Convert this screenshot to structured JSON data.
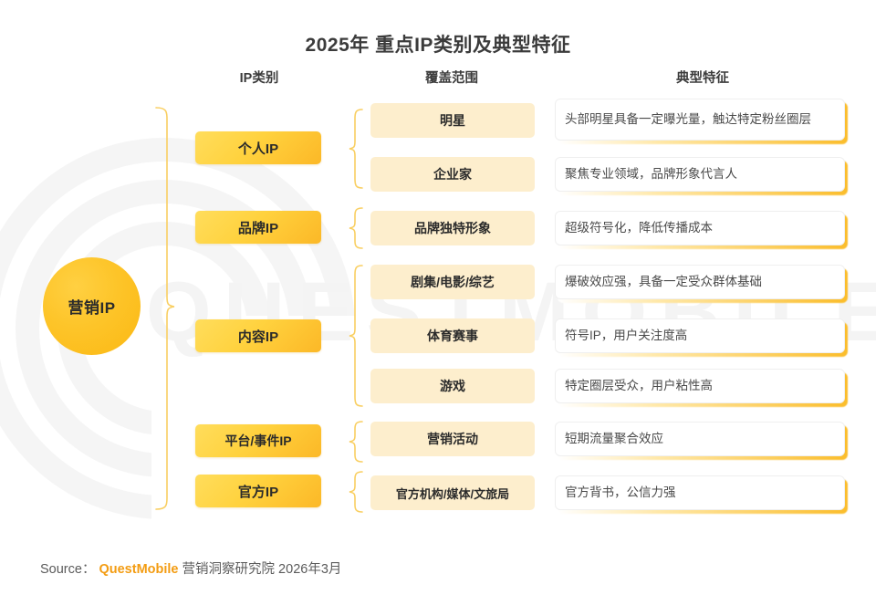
{
  "header": {
    "title": "2025年 重点IP类别及典型特征",
    "columns": [
      {
        "label": "IP类别"
      },
      {
        "label": "覆盖范围"
      },
      {
        "label": "典型特征"
      }
    ]
  },
  "hub": {
    "label": "营销IP"
  },
  "categories": [
    {
      "label": "个人IP"
    },
    {
      "label": "品牌IP"
    },
    {
      "label": "内容IP"
    },
    {
      "label": "平台/事件IP"
    },
    {
      "label": "官方IP"
    }
  ],
  "rows": [
    {
      "scope": "明星",
      "feature": "头部明星具备一定曝光量，触达特定粉丝圈层"
    },
    {
      "scope": "企业家",
      "feature": "聚焦专业领域，品牌形象代言人"
    },
    {
      "scope": "品牌独特形象",
      "feature": "超级符号化，降低传播成本"
    },
    {
      "scope": "剧集/电影/综艺",
      "feature": "爆破效应强，具备一定受众群体基础"
    },
    {
      "scope": "体育赛事",
      "feature": "符号IP，用户关注度高"
    },
    {
      "scope": "游戏",
      "feature": "特定圈层受众，用户粘性高"
    },
    {
      "scope": "营销活动",
      "feature": "短期流量聚合效应"
    },
    {
      "scope": "官方机构/媒体/文旅局",
      "feature": "官方背书，公信力强"
    }
  ],
  "source": {
    "prefix": "Source：",
    "brand": "QuestMobile",
    "suffix": "营销洞察研究院 2026年3月"
  },
  "watermark": {
    "text": "QUESTMOBILE"
  },
  "colors": {
    "accent": "#fcb813",
    "pill_light": "#ffdd5c",
    "pill_dark": "#fcb827",
    "scope_bg": "#fdeecd",
    "brace": "#f9cf62",
    "text": "#3b3b3b",
    "brand": "#f39c12"
  }
}
